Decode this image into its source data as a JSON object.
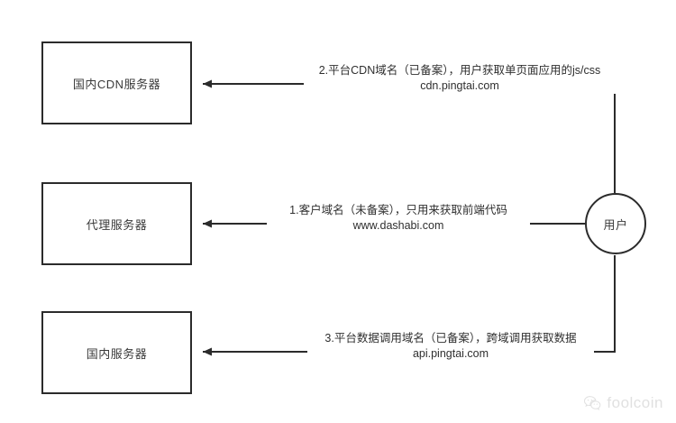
{
  "diagram": {
    "title_text": "",
    "colors": {
      "stroke": "#2b2b2b",
      "text": "#3a3a3a",
      "background": "#ffffff",
      "watermark": "#9a9a9a"
    },
    "nodes": [
      {
        "id": "cdn-server",
        "label": "国内CDN服务器"
      },
      {
        "id": "proxy-server",
        "label": "代理服务器"
      },
      {
        "id": "domestic-server",
        "label": "国内服务器"
      }
    ],
    "actor": {
      "id": "user",
      "label": "用户"
    },
    "edges": [
      {
        "id": "edge-cdn",
        "title": "2.平台CDN域名（已备案），用户获取单页面应用的js/css",
        "domain": "cdn.pingtai.com",
        "from": "user",
        "to": "cdn-server"
      },
      {
        "id": "edge-proxy",
        "title": "1.客户域名（未备案），只用来获取前端代码",
        "domain": "www.dashabi.com",
        "from": "user",
        "to": "proxy-server"
      },
      {
        "id": "edge-api",
        "title": "3.平台数据调用域名（已备案），跨域调用获取数据",
        "domain": "api.pingtai.com",
        "from": "user",
        "to": "domestic-server"
      }
    ]
  },
  "watermark": {
    "text": "foolcoin",
    "icon": "wechat-icon"
  }
}
